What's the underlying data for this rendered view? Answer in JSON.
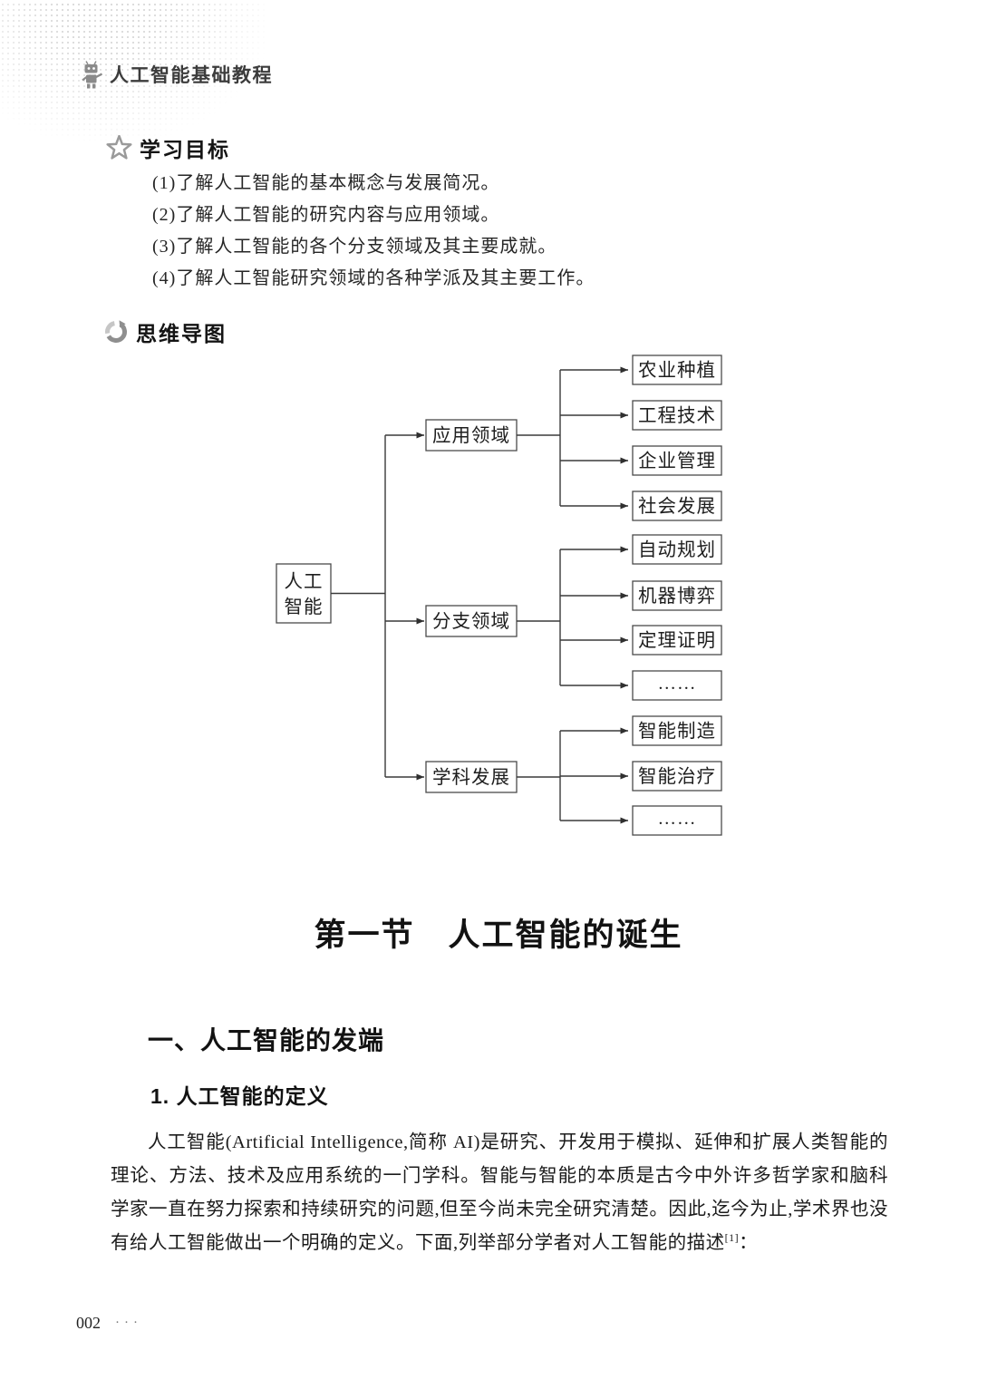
{
  "header": {
    "brand": "人工智能基础教程"
  },
  "objectives": {
    "title": "学习目标",
    "items": [
      "(1)了解人工智能的基本概念与发展简况。",
      "(2)了解人工智能的研究内容与应用领域。",
      "(3)了解人工智能的各个分支领域及其主要成就。",
      "(4)了解人工智能研究领域的各种学派及其主要工作。"
    ]
  },
  "mindmap": {
    "title": "思维导图",
    "root": {
      "line1": "人工",
      "line2": "智能"
    },
    "branches": [
      {
        "label": "应用领域",
        "children": [
          "农业种植",
          "工程技术",
          "企业管理",
          "社会发展"
        ]
      },
      {
        "label": "分支领域",
        "children": [
          "自动规划",
          "机器博弈",
          "定理证明",
          "……"
        ]
      },
      {
        "label": "学科发展",
        "children": [
          "智能制造",
          "智能治疗",
          "……"
        ]
      }
    ]
  },
  "section": {
    "title": "第一节　人工智能的诞生",
    "heading1": "一、人工智能的发端",
    "heading2": "1. 人工智能的定义",
    "paragraph": {
      "text": "人工智能(Artificial Intelligence,简称 AI)是研究、开发用于模拟、延伸和扩展人类智能的理论、方法、技术及应用系统的一门学科。智能与智能的本质是古今中外许多哲学家和脑科学家一直在努力探索和持续研究的问题,但至今尚未完全研究清楚。因此,迄今为止,学术界也没有给人工智能做出一个明确的定义。下面,列举部分学者对人工智能的描述",
      "footnote_ref": "[1]",
      "after": "："
    }
  },
  "footer": {
    "page_number": "002",
    "dots": "···"
  }
}
